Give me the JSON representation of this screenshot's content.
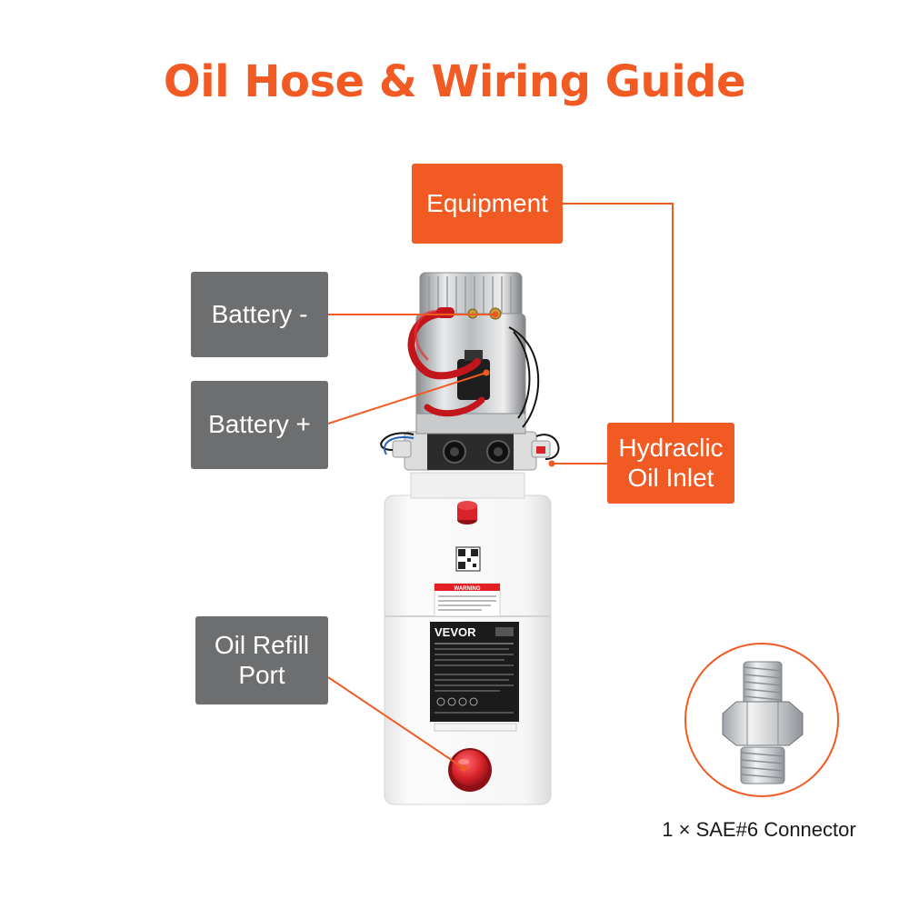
{
  "title": "Oil Hose & Wiring Guide",
  "labels": {
    "equipment": "Equipment",
    "battery_neg": "Battery -",
    "battery_pos": "Battery +",
    "oil_inlet_line1": "Hydraclic",
    "oil_inlet_line2": "Oil Inlet",
    "refill_line1": "Oil Refill",
    "refill_line2": "Port"
  },
  "product": {
    "brand": "VEVOR",
    "warning": "WARNING"
  },
  "connector_caption": "1 × SAE#6 Connector",
  "colors": {
    "accent": "#f15a22",
    "label_gray": "#6d6e6f",
    "red_part": "#d8232a"
  }
}
